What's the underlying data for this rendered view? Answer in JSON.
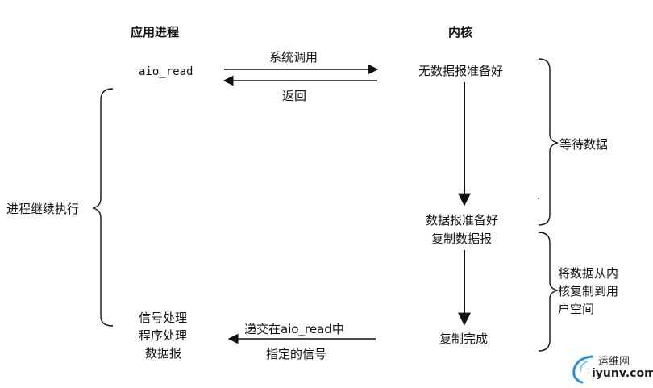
{
  "headers": {
    "app_process": "应用进程",
    "kernel": "内核"
  },
  "app": {
    "call": "aio_read",
    "continue": "进程继续执行",
    "signal_handler": [
      "信号处理",
      "程序处理",
      "数据报"
    ]
  },
  "messages": {
    "syscall": "系统调用",
    "return": "返回",
    "deliver_line1": "递交在aio_read中",
    "deliver_line2": "指定的信号"
  },
  "kernel": {
    "no_datagram": "无数据报准备好",
    "datagram_ready": "数据报准备好",
    "copy_datagram": "复制数据报",
    "copy_complete": "复制完成"
  },
  "phases": {
    "wait_data": "等待数据",
    "copy_lines": [
      "将数据从内",
      "核复制到用",
      "户空间"
    ]
  },
  "watermark": {
    "cn": "运维网",
    "url": "iyunv.com"
  }
}
